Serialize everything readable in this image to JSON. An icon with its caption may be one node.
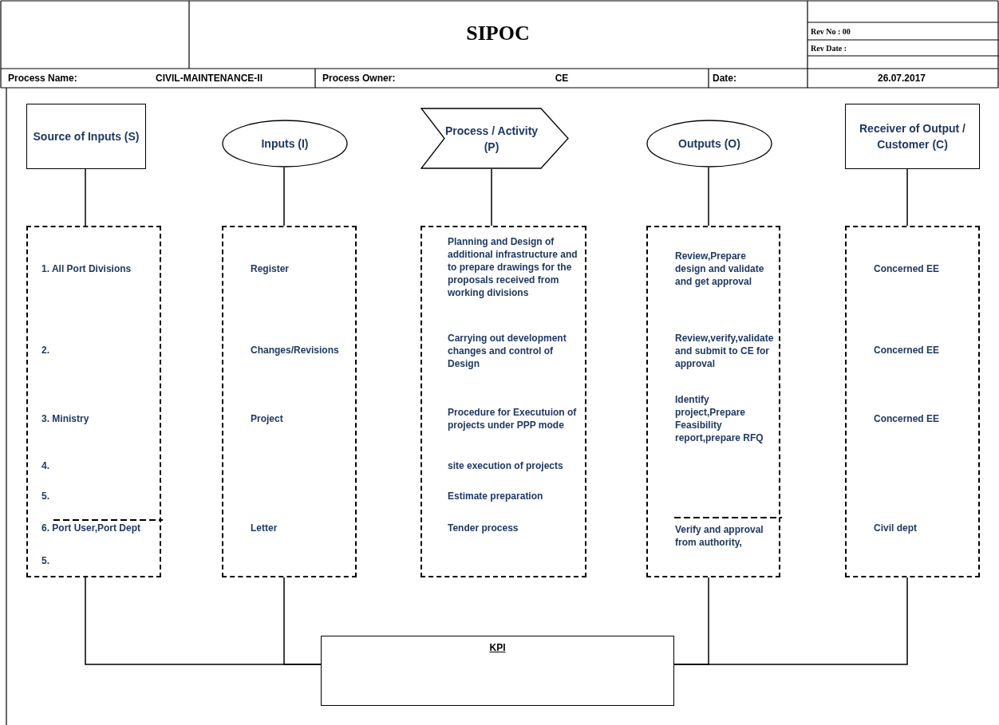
{
  "diagram": {
    "title": "SIPOC",
    "nodes": [
      {
        "text": [
          "Source of Inputs (S)"
        ]
      },
      {
        "text": [
          "Inputs (I)"
        ]
      },
      {
        "text": [
          "Process / Activity (P)"
        ]
      },
      {
        "text": [
          "Outputs (O)"
        ]
      },
      {
        "text": [
          "Receiver of Output / Customer (C)"
        ]
      },
      {
        "text": [
          "1. All Port Divisions",
          "2.",
          "3. Ministry",
          "4.",
          "5.",
          "6. Port User,Port Dept",
          "5."
        ]
      },
      {
        "text": [
          "Register",
          "Changes/Revisions",
          "Project",
          "Letter"
        ]
      },
      {
        "text": [
          "Planning and Design of additional infrastructure and to prepare drawings for the proposals received from working divisions",
          "Carrying out development changes and control of Design",
          "Procedure for Executuion of projects under PPP mode",
          "site execution of projects",
          "Estimate preparation",
          "Tender process"
        ]
      },
      {
        "text": [
          "Review,Prepare design and validate and get approval",
          "Review,verify,validate and submit to CE for approval",
          "Identify project,Prepare Feasibility report,prepare RFQ",
          "Verify and approval from authority,"
        ]
      },
      {
        "text": [
          "Concerned EE",
          "Concerned EE",
          "Concerned EE",
          "Civil dept"
        ]
      },
      {
        "text": [
          "KPI"
        ]
      }
    ],
    "edges": [
      {
        "from": 0,
        "to": 5,
        "arrow": "none"
      },
      {
        "from": 1,
        "to": 6,
        "arrow": "none"
      },
      {
        "from": 2,
        "to": 7,
        "arrow": "none"
      },
      {
        "from": 3,
        "to": 8,
        "arrow": "none"
      },
      {
        "from": 4,
        "to": 9,
        "arrow": "none"
      },
      {
        "from": 5,
        "to": 10,
        "arrow": "none"
      },
      {
        "from": 6,
        "to": 10,
        "arrow": "none"
      },
      {
        "from": 8,
        "to": 10,
        "arrow": "none"
      },
      {
        "from": 9,
        "to": 10,
        "arrow": "none"
      }
    ],
    "labels": [
      "Rev No : 00",
      "Rev Date :",
      "Process Name:",
      "CIVIL-MAINTENANCE-II",
      "Process Owner:",
      "CE",
      "Date:",
      "26.07.2017"
    ]
  }
}
